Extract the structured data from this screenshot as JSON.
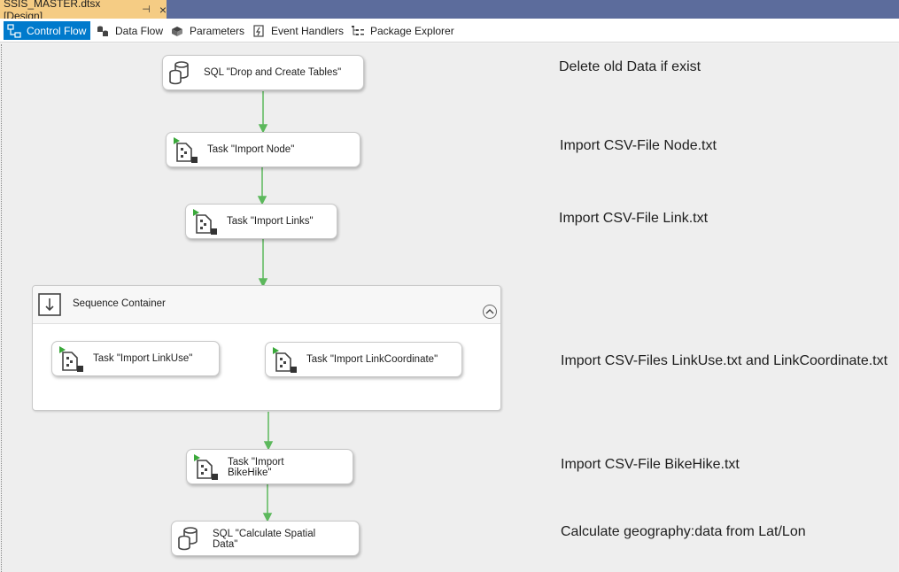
{
  "document_tab": {
    "title": "SSIS_MASTER.dtsx [Design]",
    "pin": "⊣",
    "close": "×"
  },
  "toolbar": {
    "tabs": [
      {
        "label": "Control Flow",
        "icon": "control-flow-icon",
        "active": true
      },
      {
        "label": "Data Flow",
        "icon": "data-flow-icon",
        "active": false
      },
      {
        "label": "Parameters",
        "icon": "parameters-icon",
        "active": false
      },
      {
        "label": "Event Handlers",
        "icon": "event-handlers-icon",
        "active": false
      },
      {
        "label": "Package Explorer",
        "icon": "package-explorer-icon",
        "active": false
      }
    ]
  },
  "tasks": {
    "sql_drop_create": "SQL \"Drop and Create Tables\"",
    "import_node": "Task \"Import Node\"",
    "import_links": "Task \"Import Links\"",
    "import_linkuse": "Task \"Import LinkUse\"",
    "import_linkcoordinate": "Task \"Import LinkCoordinate\"",
    "import_bikehike_1": "Task \"Import",
    "import_bikehike_2": "BikeHike\"",
    "sql_spatial_1": "SQL \"Calculate Spatial",
    "sql_spatial_2": "Data\""
  },
  "sequence_container": {
    "title": "Sequence Container"
  },
  "notes": {
    "n1": "Delete old Data if exist",
    "n2": "Import CSV-File Node.txt",
    "n3": "Import CSV-File Link.txt",
    "n4": "Import CSV-Files LinkUse.txt and LinkCoordinate.txt",
    "n5": "Import CSV-File BikeHike.txt",
    "n6": "Calculate geography:data from Lat/Lon"
  },
  "colors": {
    "tab_strip": "#5c6c9c",
    "doc_tab": "#f5cc84",
    "active_tab": "#007acc",
    "precedence_arrow": "#5cb85c"
  }
}
